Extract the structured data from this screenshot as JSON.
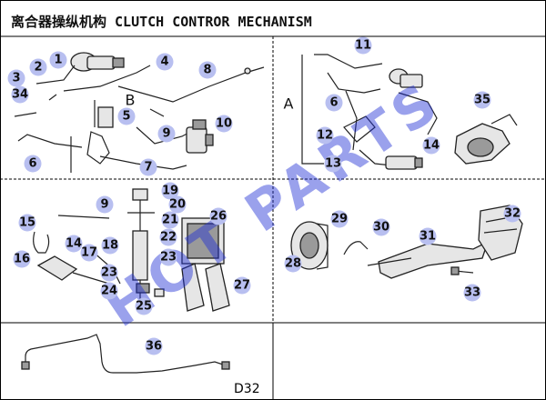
{
  "title": "离合器操纵机构 CLUTCH CONTROR MECHANISM",
  "page_code": "D32",
  "watermark": "HOT PARTS",
  "side_labels": [
    "A",
    "B"
  ],
  "callouts": [
    "1",
    "2",
    "3",
    "34",
    "4",
    "5",
    "6",
    "7",
    "8",
    "9",
    "10",
    "11",
    "12",
    "13",
    "14",
    "35",
    "15",
    "16",
    "17",
    "18",
    "19",
    "20",
    "21",
    "22",
    "23",
    "24",
    "25",
    "26",
    "27",
    "28",
    "29",
    "30",
    "31",
    "32",
    "33",
    "36"
  ],
  "colors": {
    "badge": "#b8bff0",
    "watermark": "#1e2fd4",
    "frame": "#000000"
  }
}
